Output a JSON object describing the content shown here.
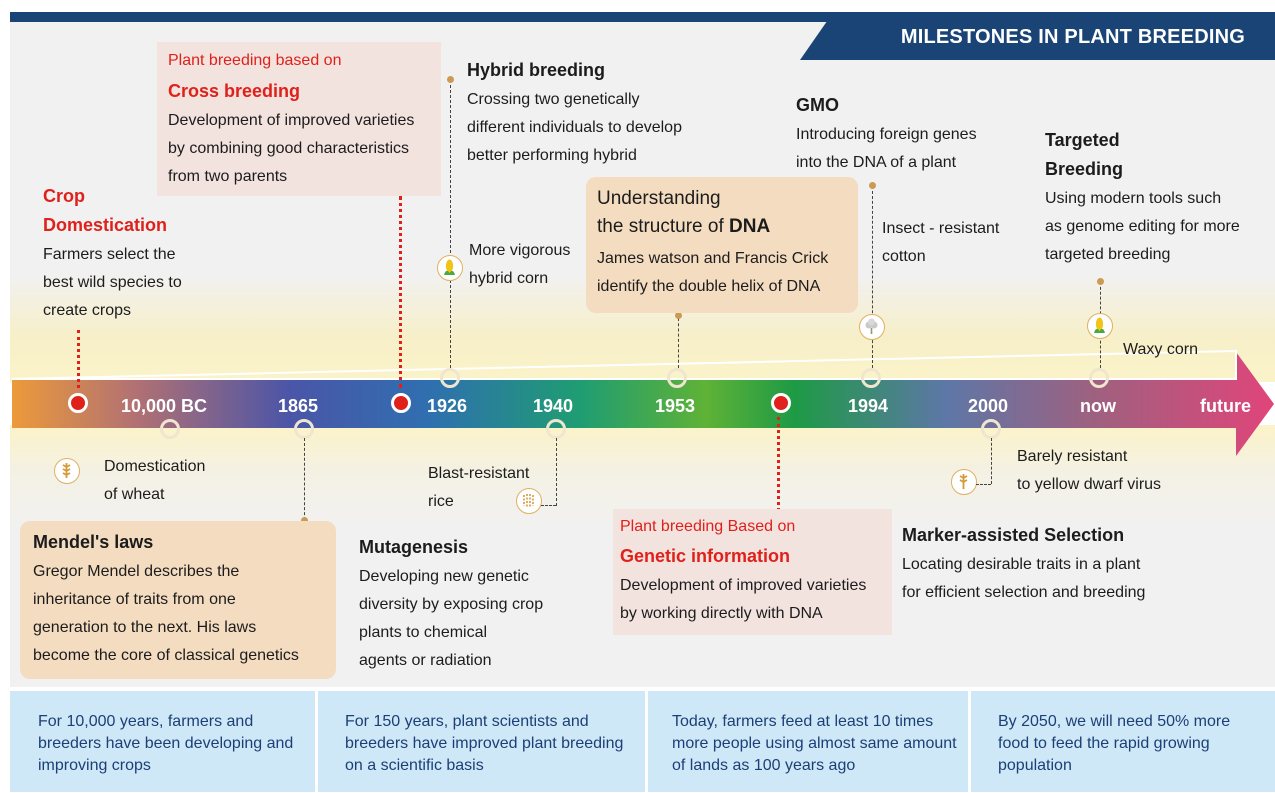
{
  "banner": "MILESTONES IN PLANT BREEDING",
  "timeline": {
    "labels": [
      "10,000 BC",
      "1865",
      "1926",
      "1940",
      "1953",
      "1994",
      "2000",
      "now",
      "future"
    ]
  },
  "crop_domestication": {
    "title_line1": "Crop",
    "title_line2": "Domestication",
    "lines": [
      "Farmers select the",
      "best wild species to",
      "create crops"
    ]
  },
  "cross_breeding": {
    "subtitle": "Plant breeding based on",
    "title": "Cross breeding",
    "lines": [
      "Development of improved varieties",
      "by combining good characteristics",
      "from two parents"
    ]
  },
  "hybrid": {
    "title": "Hybrid breeding",
    "lines": [
      "Crossing two genetically",
      "different individuals to develop",
      "better performing hybrid"
    ],
    "caption_line1": "More vigorous",
    "caption_line2": "hybrid corn"
  },
  "dna": {
    "line1": "Understanding",
    "line2_prefix": "the structure of ",
    "line2_bold": "DNA",
    "lines": [
      "James watson and Francis Crick",
      "identify the double helix of DNA"
    ]
  },
  "gmo": {
    "title": "GMO",
    "lines": [
      "Introducing foreign genes",
      "into the DNA of a plant"
    ],
    "caption_line1": "Insect - resistant",
    "caption_line2": "cotton"
  },
  "targeted": {
    "title_line1": "Targeted",
    "title_line2": "Breeding",
    "lines": [
      "Using modern tools such",
      "as genome editing for more",
      "targeted breeding"
    ],
    "caption": "Waxy corn"
  },
  "wheat": {
    "line1": "Domestication",
    "line2": "of wheat"
  },
  "mendel": {
    "title": "Mendel's laws",
    "lines": [
      "Gregor Mendel describes the",
      "inheritance of traits from one",
      "generation to the next. His laws",
      "become the core of classical genetics"
    ]
  },
  "rice": {
    "line1": "Blast-resistant",
    "line2": "rice"
  },
  "mutagenesis": {
    "title": "Mutagenesis",
    "lines": [
      "Developing new genetic",
      "diversity by exposing crop",
      "plants to chemical",
      "agents or radiation"
    ]
  },
  "genetic_info": {
    "subtitle": "Plant breeding Based on",
    "title": "Genetic information",
    "lines": [
      "Development of improved varieties",
      "by working directly with DNA"
    ]
  },
  "barley": {
    "line1": "Barely resistant",
    "line2": "to yellow dwarf virus"
  },
  "mas": {
    "title": "Marker-assisted Selection",
    "lines": [
      "Locating desirable traits in a plant",
      "for efficient selection and breeding"
    ]
  },
  "footer": [
    "For 10,000 years, farmers and breeders have been developing and improving crops",
    "For 150 years, plant scientists and breeders have improved plant breeding on a scientific basis",
    "Today, farmers feed at least 10 times more people using almost same amount of lands as 100 years ago",
    "By 2050, we will need 50% more food to feed the rapid growing population"
  ],
  "colors": {
    "navy": "#1b4476",
    "red": "#e0211b",
    "footer_bg": "#cfe8f7",
    "box_peach": "#f4dcc0",
    "box_pink": "#f3e3df",
    "arrow_start": "#e8953a",
    "arrow_mid": "#1c9a44",
    "arrow_end": "#df4a78"
  },
  "icons": [
    "wheat-icon",
    "corn-icon",
    "rice-icon",
    "cotton-icon",
    "barley-icon"
  ]
}
